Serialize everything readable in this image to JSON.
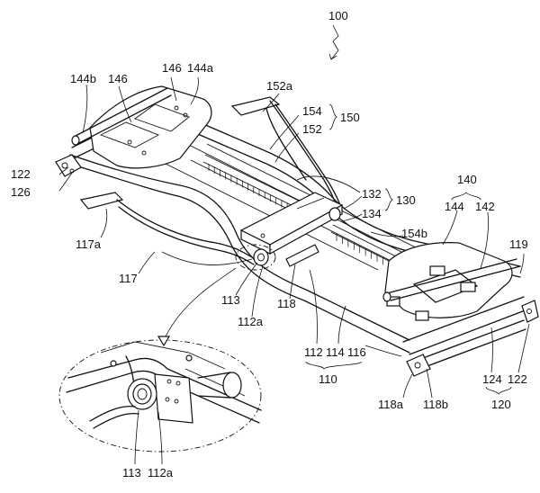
{
  "labels": {
    "l100": "100",
    "l144b": "144b",
    "l146_left": "146",
    "l146_top": "146",
    "l144a": "144a",
    "l152a": "152a",
    "l154": "154",
    "l150": "150",
    "l152": "152",
    "l122_left": "122",
    "l126": "126",
    "l132": "132",
    "l130": "130",
    "l134": "134",
    "l140": "140",
    "l144": "144",
    "l142": "142",
    "l154b": "154b",
    "l119": "119",
    "l117a": "117a",
    "l117": "117",
    "l113": "113",
    "l112a": "112a",
    "l118": "118",
    "l112": "112",
    "l114": "114",
    "l116": "116",
    "l110": "110",
    "l118a": "118a",
    "l118b": "118b",
    "l124": "124",
    "l122_right": "122",
    "l120": "120",
    "l113_detail": "113",
    "l112a_detail": "112a"
  }
}
